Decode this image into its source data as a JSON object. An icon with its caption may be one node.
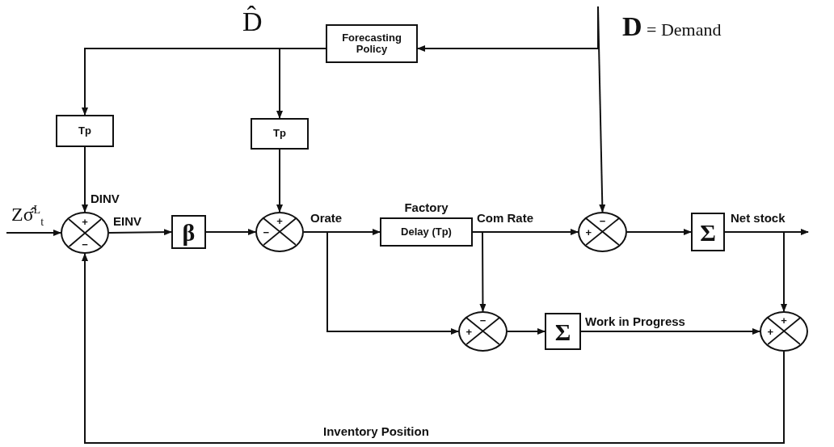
{
  "diagram": {
    "nodes": [
      {
        "text": [
          "Forecasting Policy"
        ]
      },
      {
        "text": [
          "Tp"
        ]
      },
      {
        "text": [
          "Tp"
        ]
      },
      {
        "text": [
          "+",
          "−"
        ]
      },
      {
        "text": [
          "β"
        ]
      },
      {
        "text": [
          "+",
          "−"
        ]
      },
      {
        "text": [
          "Factory",
          "Delay (Tp)"
        ]
      },
      {
        "text": [
          "−",
          "+"
        ]
      },
      {
        "text": [
          "Σ"
        ]
      },
      {
        "text": [
          "−",
          "+"
        ]
      },
      {
        "text": [
          "Σ"
        ]
      },
      {
        "text": [
          "+",
          "+"
        ]
      }
    ],
    "edges": [
      {
        "from": 0,
        "to": 1,
        "arrow": "to"
      },
      {
        "from": 0,
        "to": 2,
        "arrow": "to"
      },
      {
        "from": 1,
        "to": 3,
        "arrow": "to",
        "label": "DINV"
      },
      {
        "from": 2,
        "to": 5,
        "arrow": "to"
      },
      {
        "from": null,
        "to": 3,
        "arrow": "to",
        "label": "Zσ̂$^{L}$$_{t}$"
      },
      {
        "from": 3,
        "to": 4,
        "arrow": "to",
        "label": "EINV"
      },
      {
        "from": 4,
        "to": 5,
        "arrow": "to"
      },
      {
        "from": 5,
        "to": 6,
        "arrow": "to",
        "label": "Orate"
      },
      {
        "from": 5,
        "to": 9,
        "arrow": "to"
      },
      {
        "from": 6,
        "to": 7,
        "arrow": "to",
        "label": "Com Rate"
      },
      {
        "from": 6,
        "to": 9,
        "arrow": "to"
      },
      {
        "from": null,
        "to": 0,
        "arrow": "to"
      },
      {
        "from": null,
        "to": 7,
        "arrow": "to"
      },
      {
        "from": 7,
        "to": 8,
        "arrow": "to"
      },
      {
        "from": 8,
        "to": null,
        "arrow": "to",
        "label": "Net stock"
      },
      {
        "from": 8,
        "to": 11,
        "arrow": "to"
      },
      {
        "from": 9,
        "to": 10,
        "arrow": "to"
      },
      {
        "from": 10,
        "to": 11,
        "arrow": "to",
        "label": "Work in Progress"
      },
      {
        "from": 11,
        "to": 3,
        "arrow": "to",
        "label": "Inventory Position"
      }
    ],
    "labels": [
      "D̂",
      "**D** = Demand"
    ]
  }
}
